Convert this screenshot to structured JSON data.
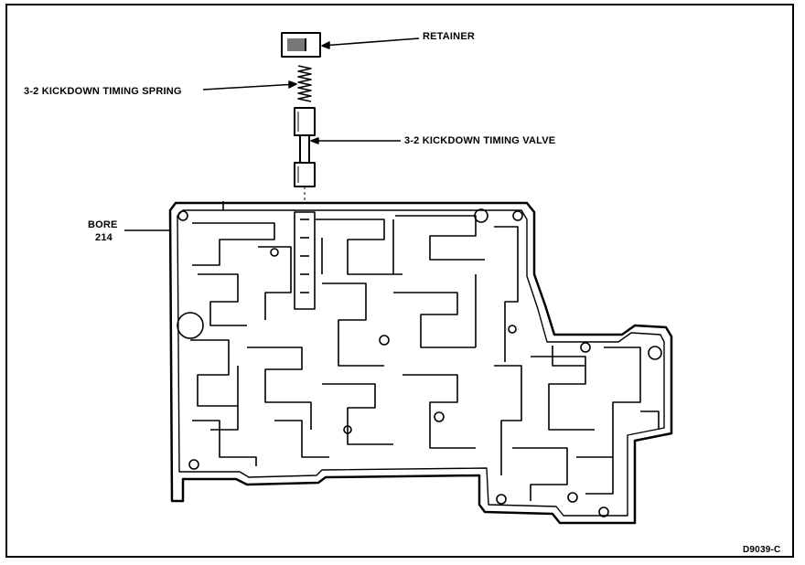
{
  "labels": {
    "retainer": "RETAINER",
    "spring": "3-2 KICKDOWN TIMING SPRING",
    "valve": "3-2 KICKDOWN TIMING VALVE",
    "bore": "BORE",
    "bore_number": "214",
    "figure_code": "D9039-C"
  },
  "colors": {
    "ink": "#000000",
    "paper": "#ffffff"
  }
}
